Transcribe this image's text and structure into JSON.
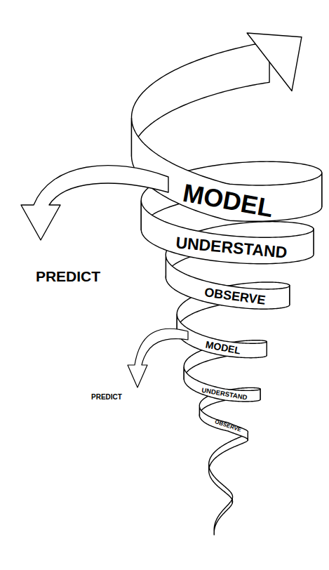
{
  "diagram": {
    "labels": [
      "MODEL",
      "PREDICT",
      "UNDERSTAND",
      "OBSERVE",
      "MODEL",
      "PREDICT",
      "UNDERSTAND",
      "OBSERVE"
    ]
  }
}
